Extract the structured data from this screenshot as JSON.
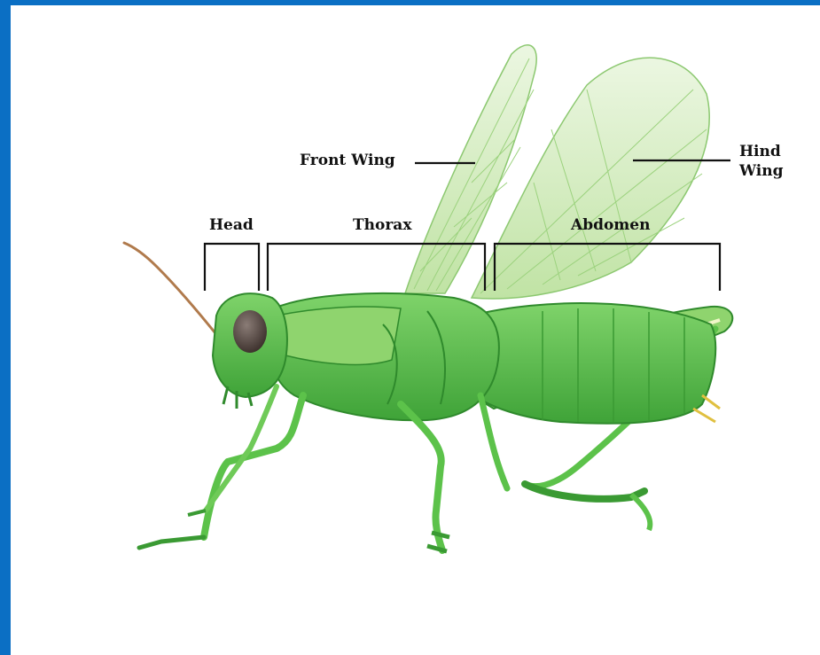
{
  "labels": {
    "front_wing": "Front Wing",
    "hind_wing_line1": "Hind",
    "hind_wing_line2": "Wing",
    "head": "Head",
    "thorax": "Thorax",
    "abdomen": "Abdomen"
  },
  "colors": {
    "border": "#0b6fc4",
    "background": "#ffffff",
    "body_green": "#5cc24a",
    "dark_green": "#2f8a2c",
    "light_green": "#a9e08a",
    "wing_tint": "#cfe9b4",
    "eye": "#5a4a45",
    "antenna": "#b07a4c",
    "leader_lines": "#111111"
  }
}
